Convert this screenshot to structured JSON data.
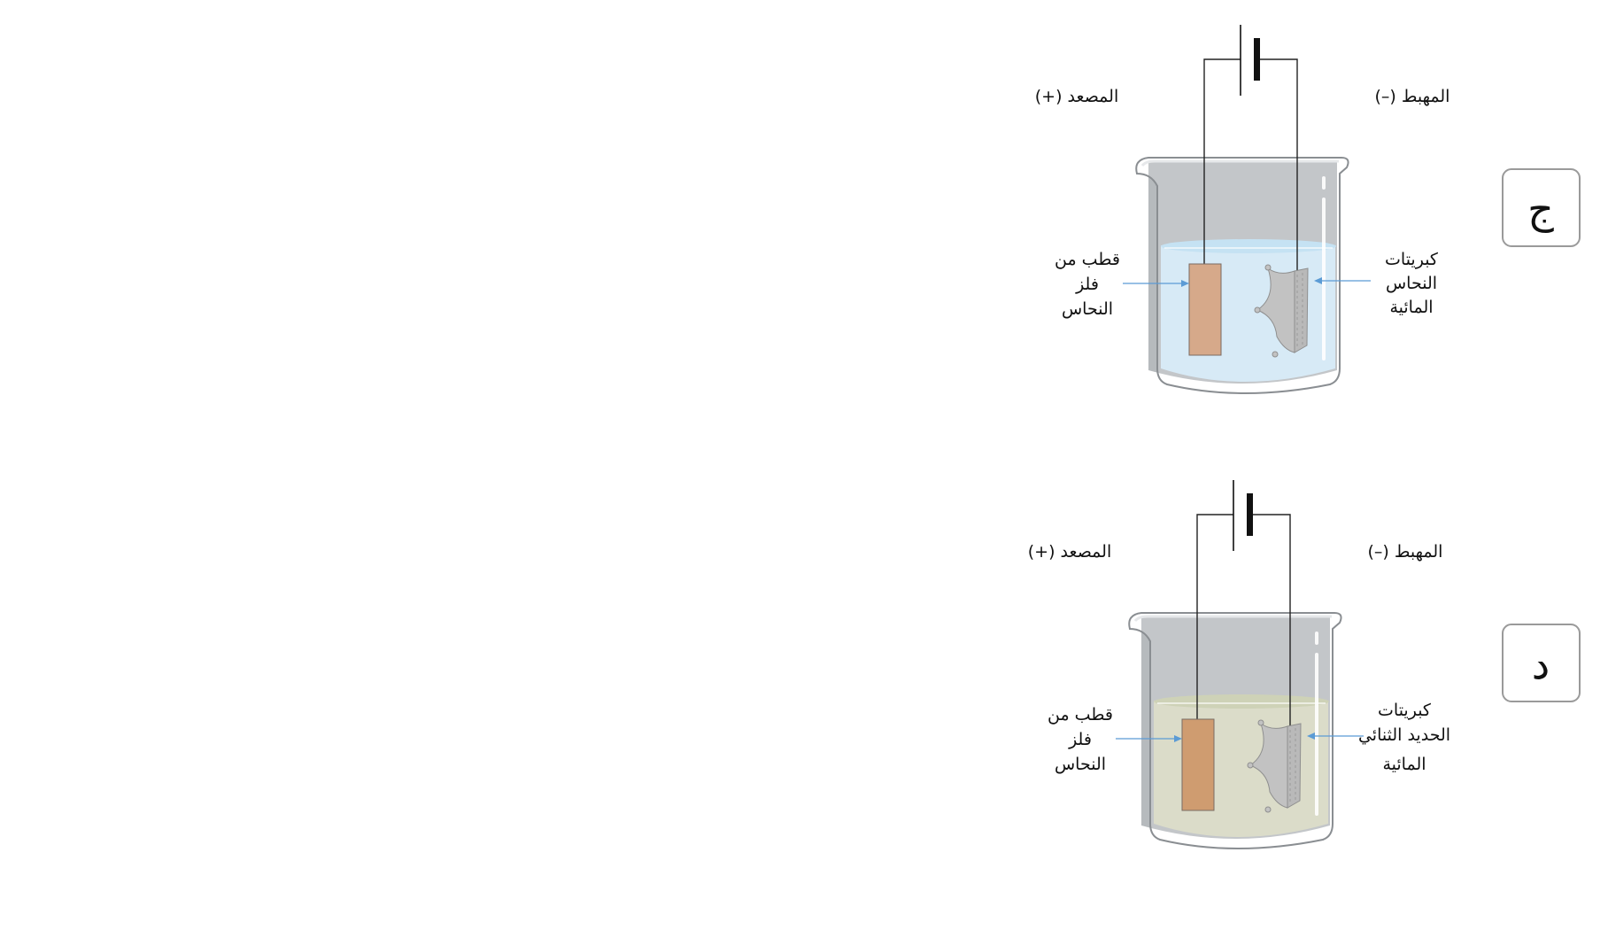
{
  "setups": [
    {
      "option_label": "ج",
      "anode_label": "المصعد (+)",
      "cathode_label": "المهبط (–)",
      "anode_desc": [
        "قطب من",
        "فلز",
        "النحاس"
      ],
      "solution_desc": [
        "كبريتات",
        "النحاس",
        "المائية"
      ],
      "colors": {
        "solution": "#cfe6f5",
        "surface": "#b9dcf1",
        "electrode": "#d6a98a"
      }
    },
    {
      "option_label": "د",
      "anode_label": "المصعد (+)",
      "cathode_label": "المهبط (–)",
      "anode_desc": [
        "قطب من",
        "فلز",
        "النحاس"
      ],
      "solution_desc": [
        "كبريتات",
        "الحديد الثنائي",
        "المائية"
      ],
      "colors": {
        "solution": "#d3d5bd",
        "surface": "#c4c8a8",
        "electrode": "#cf9c70"
      }
    }
  ]
}
